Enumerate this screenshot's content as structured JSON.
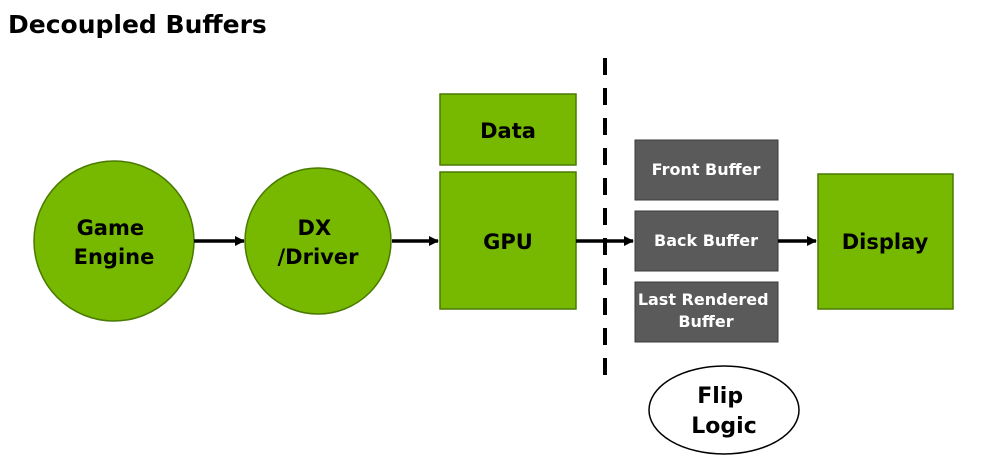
{
  "title": "Decoupled Buffers",
  "colors": {
    "node_fill": "#76b900",
    "node_stroke": "#4a7a00",
    "buffer_fill": "#5a5a5a",
    "buffer_stroke": "#3a3a3a",
    "arrow": "#000000"
  },
  "nodes": {
    "game_engine": [
      "Game",
      "Engine"
    ],
    "dx_driver": [
      "DX",
      "/Driver"
    ],
    "data": "Data",
    "gpu": "GPU",
    "front_buffer": "Front Buffer",
    "back_buffer": "Back Buffer",
    "last_rendered_buffer": [
      "Last Rendered",
      "Buffer"
    ],
    "display": "Display",
    "flip_logic": [
      "Flip",
      "Logic"
    ]
  }
}
